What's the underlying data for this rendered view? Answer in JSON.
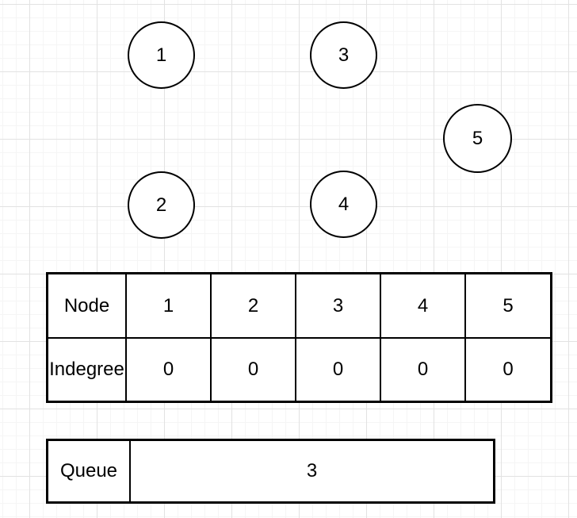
{
  "diagram": {
    "nodes": [
      {
        "label": "1"
      },
      {
        "label": "2"
      },
      {
        "label": "3"
      },
      {
        "label": "4"
      },
      {
        "label": "5"
      }
    ]
  },
  "indegree_table": {
    "node_row_label": "Node",
    "indegree_row_label": "Indegree",
    "node_values": [
      "1",
      "2",
      "3",
      "4",
      "5"
    ],
    "indegree_values": [
      "0",
      "0",
      "0",
      "0",
      "0"
    ]
  },
  "queue": {
    "label": "Queue",
    "contents": "3"
  },
  "colors": {
    "canvas_background": "#ffffff",
    "grid_minor": "#f5f5f5",
    "grid_major": "#e2e2e2",
    "shape_stroke": "#000000",
    "shape_fill": "#ffffff",
    "text": "#000000"
  }
}
